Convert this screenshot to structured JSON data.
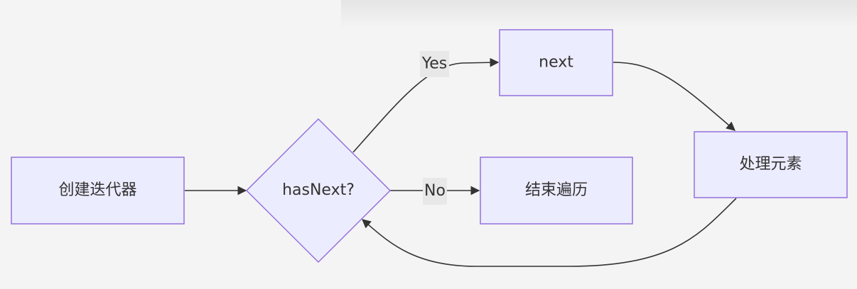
{
  "diagram": {
    "nodes": {
      "create": "创建迭代器",
      "check": "hasNext?",
      "next": "next",
      "process": "处理元素",
      "end": "结束遍历"
    },
    "edge_labels": {
      "yes": "Yes",
      "no": "No"
    },
    "colors": {
      "node_fill": "#ececff",
      "node_stroke": "#9370db",
      "edge": "#333333",
      "label_bg": "#e8e8e8",
      "background": "#f4f4f4"
    }
  }
}
